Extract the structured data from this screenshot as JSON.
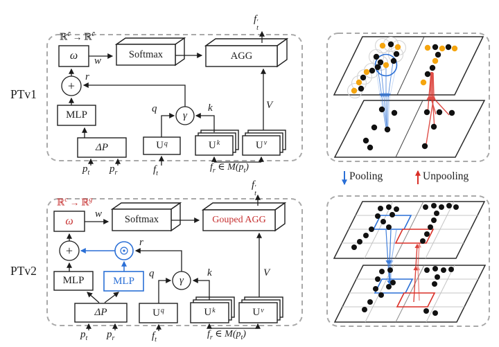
{
  "colors": {
    "blue": "#2a6fd6",
    "red": "#d92f27",
    "text_red": "#c62f2f",
    "orange": "#f5a50f",
    "dash_border": "#a9a9a9",
    "ink": "#1c1c1c"
  },
  "legend": {
    "pooling": "Pooling",
    "unpooling": "Unpooling"
  },
  "ptv1": {
    "title": "PTv1",
    "map": {
      "r1": "ℝ",
      "s1": "c̄",
      "ar": "→",
      "r2": "ℝ",
      "s2": "c̄"
    },
    "omega": "ω",
    "w": "w",
    "softmax": "Softmax",
    "agg": "AGG",
    "fout": {
      "b": "f",
      "p": "′",
      "s": "t"
    },
    "plus": "+",
    "r": "r",
    "mlp": "MLP",
    "dp": "ΔP",
    "pt": {
      "b": "p",
      "s": "t"
    },
    "pr": {
      "b": "p",
      "s": "r"
    },
    "uq": {
      "b": "U",
      "s": "q"
    },
    "uk": {
      "b": "U",
      "s": "k"
    },
    "uv": {
      "b": "U",
      "s": "v"
    },
    "ft": {
      "b": "f",
      "s": "t"
    },
    "q": "q",
    "gamma": "γ",
    "k": "k",
    "v": "V",
    "fr": {
      "b": "f",
      "s": "r",
      "mid": " ∈ M(p",
      "s2": "t",
      "end": ")"
    }
  },
  "ptv2": {
    "title": "PTv2",
    "map": {
      "r1": "ℝ",
      "s1": "c",
      "ar": "→",
      "r2": "ℝ",
      "s2": "g"
    },
    "omega": "ω",
    "w": "w",
    "softmax": "Softmax",
    "agg": "Gouped AGG",
    "fout": {
      "b": "f",
      "p": "′",
      "s": "t"
    },
    "plus": "+",
    "r": "r",
    "mlp1": "MLP",
    "mlp2": "MLP",
    "dp": "ΔP",
    "pt": {
      "b": "p",
      "s": "t"
    },
    "pr": {
      "b": "p",
      "s": "r"
    },
    "uq": {
      "b": "U",
      "s": "q"
    },
    "uk": {
      "b": "U",
      "s": "k"
    },
    "uv": {
      "b": "U",
      "s": "v"
    },
    "ft": {
      "b": "f",
      "s": "t"
    },
    "q": "q",
    "gamma": "γ",
    "k": "k",
    "v": "V",
    "fr": {
      "b": "f",
      "s": "r",
      "mid": " ∈ M(p",
      "s2": "t",
      "end": ")"
    }
  }
}
